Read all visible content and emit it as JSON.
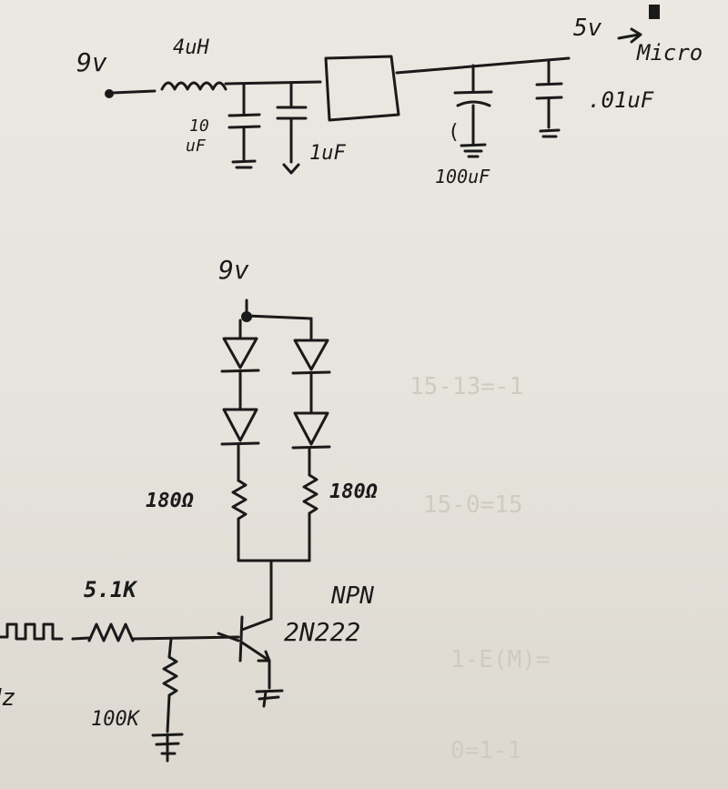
{
  "labels": {
    "supply_top": "9v",
    "inductor": "4uH",
    "cap_10uf_a": "10",
    "cap_10uf_b": "uF",
    "cap_1uf": "1uF",
    "out_5v": "5v",
    "micro": "Micro",
    "cap_100uf": "100uF",
    "cap_01uf": ".01uF",
    "supply_led": "9v",
    "res_left": "180Ω",
    "res_right": "180Ω",
    "res_base": "5.1K",
    "res_pulldown": "100K",
    "transistor_type": "NPN",
    "transistor_part": "2N222",
    "hz_suffix": "Hz"
  },
  "colors": {
    "paper": "#e9e6e0",
    "ink": "#1a1a1a",
    "faint_ink": "#cfcbc3"
  }
}
